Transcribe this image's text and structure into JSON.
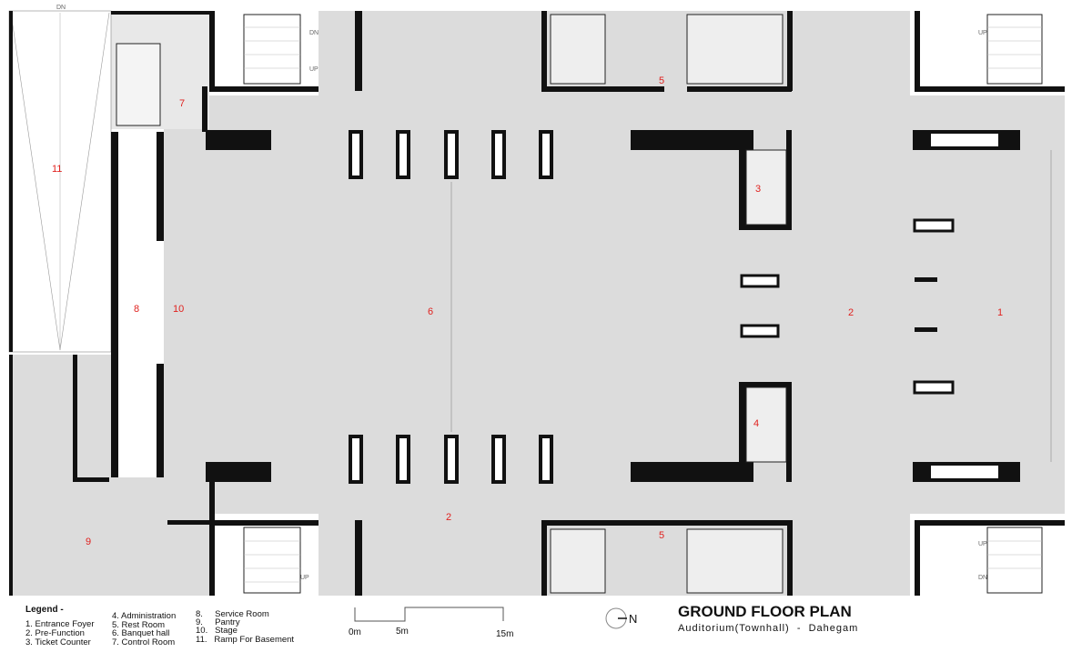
{
  "plan": {
    "title": "GROUND FLOOR PLAN",
    "subtitle": "Auditorium(Townhall)  -  Dahegam",
    "north_label": "N",
    "room_numbers": {
      "ramp": "11",
      "control": "7",
      "service": "8",
      "stage": "10",
      "banquet": "6",
      "rest_top": "5",
      "rest_bottom": "5",
      "ticket": "3",
      "admin": "4",
      "prefunction_east": "2",
      "prefunction_south": "2",
      "foyer": "1",
      "pantry": "9"
    },
    "stair_labels": {
      "ramp_dn": "DN",
      "tl_dn": "DN",
      "tl_up": "UP",
      "tr_up": "UP",
      "bl_up": "UP",
      "br_up": "UP",
      "br_dn": "DN"
    }
  },
  "legend": {
    "heading": "Legend -",
    "items": [
      "1.  Entrance Foyer",
      "2.  Pre-Function",
      "3.  Ticket Counter",
      "4. Administration",
      "5. Rest Room",
      "6. Banquet hall",
      "7. Control Room",
      "8.     Service Room",
      "9.     Pantry",
      "10.   Stage",
      "11.   Ramp For Basement"
    ]
  },
  "scale": {
    "marks": [
      "0m",
      "5m",
      "15m"
    ]
  }
}
